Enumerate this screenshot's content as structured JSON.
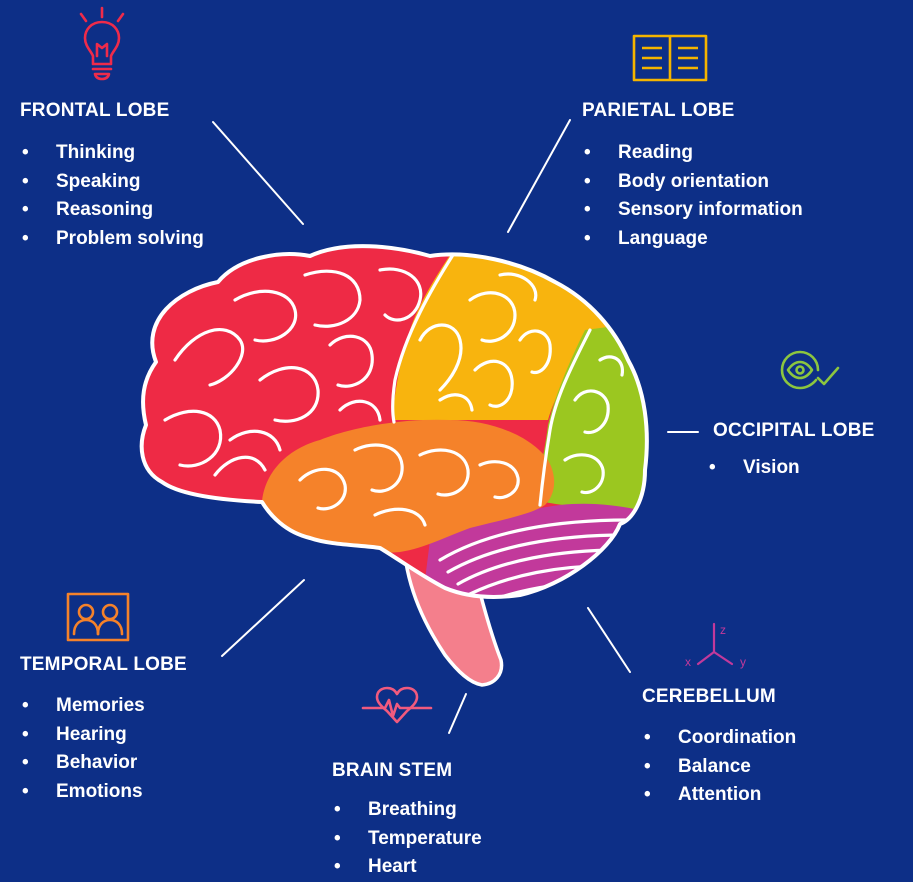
{
  "regions": {
    "frontal": {
      "title": "FRONTAL LOBE",
      "items": [
        "Thinking",
        "Speaking",
        "Reasoning",
        "Problem solving"
      ],
      "icon": "lightbulb-icon",
      "icon_color": "#ef2b4a"
    },
    "parietal": {
      "title": "PARIETAL LOBE",
      "items": [
        "Reading",
        "Body orientation",
        "Sensory information",
        "Language"
      ],
      "icon": "open-book-icon",
      "icon_color": "#f4b400"
    },
    "occipital": {
      "title": "OCCIPITAL LOBE",
      "items": [
        "Vision"
      ],
      "icon": "eye-check-icon",
      "icon_color": "#8cc63f"
    },
    "temporal": {
      "title": "TEMPORAL LOBE",
      "items": [
        "Memories",
        "Hearing",
        "Behavior",
        "Emotions"
      ],
      "icon": "people-frame-icon",
      "icon_color": "#f5822a"
    },
    "brainstem": {
      "title": "BRAIN STEM",
      "items": [
        "Breathing",
        "Temperature",
        "Heart"
      ],
      "icon": "heartbeat-icon",
      "icon_color": "#f05a7e"
    },
    "cerebellum": {
      "title": "CEREBELLUM",
      "items": [
        "Coordination",
        "Balance",
        "Attention"
      ],
      "icon": "xyz-axes-icon",
      "icon_color": "#c2399b",
      "axis_labels": {
        "x": "x",
        "y": "y",
        "z": "z"
      }
    }
  },
  "colors": {
    "background": "#0d2f87",
    "frontal": "#ee2a45",
    "parietal": "#f8b40e",
    "occipital": "#9bc720",
    "temporal": "#f5822a",
    "cerebellum": "#c2399b",
    "brainstem": "#f47f8c"
  }
}
